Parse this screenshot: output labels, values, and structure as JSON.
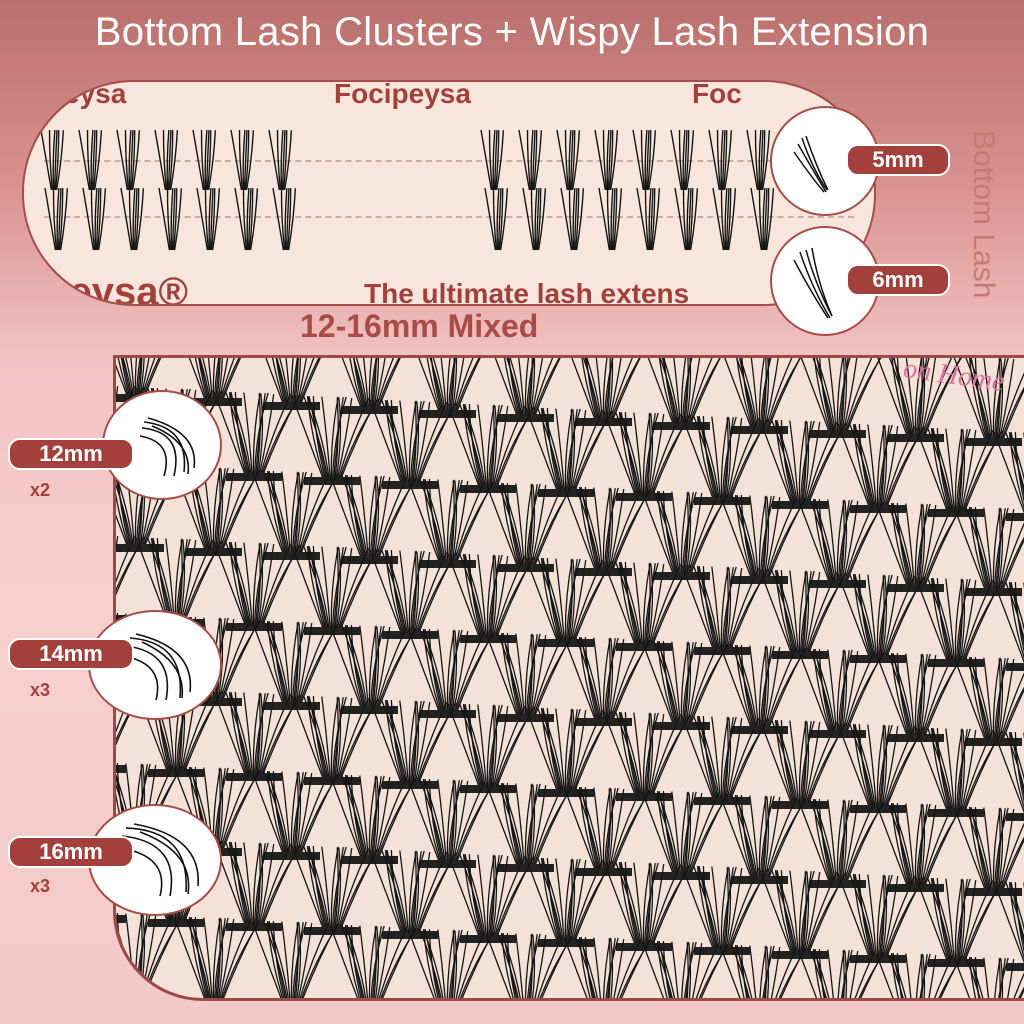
{
  "title": "Bottom Lash Clusters + Wispy Lash Extension",
  "top_panel": {
    "brand": "Focipeysa",
    "brand_partial_left": "eysa",
    "brand_partial_right": "Foc",
    "bottom_brand": "ipeysa®",
    "tagline": "The ultimate lash extens"
  },
  "bottom_lash": {
    "label": "Bottom Lash",
    "sizes": [
      {
        "length": "5mm"
      },
      {
        "length": "6mm"
      }
    ]
  },
  "mixed_label": "12-16mm Mixed",
  "tray": {
    "partial_text": "on Home"
  },
  "wispy_sizes": [
    {
      "length": "12mm",
      "qty": "x2"
    },
    {
      "length": "14mm",
      "qty": "x3"
    },
    {
      "length": "16mm",
      "qty": "x3"
    }
  ],
  "colors": {
    "accent": "#a3403b",
    "background": "#f6cfcf",
    "panel": "#f8e6dc",
    "side_text": "#c57a74"
  }
}
